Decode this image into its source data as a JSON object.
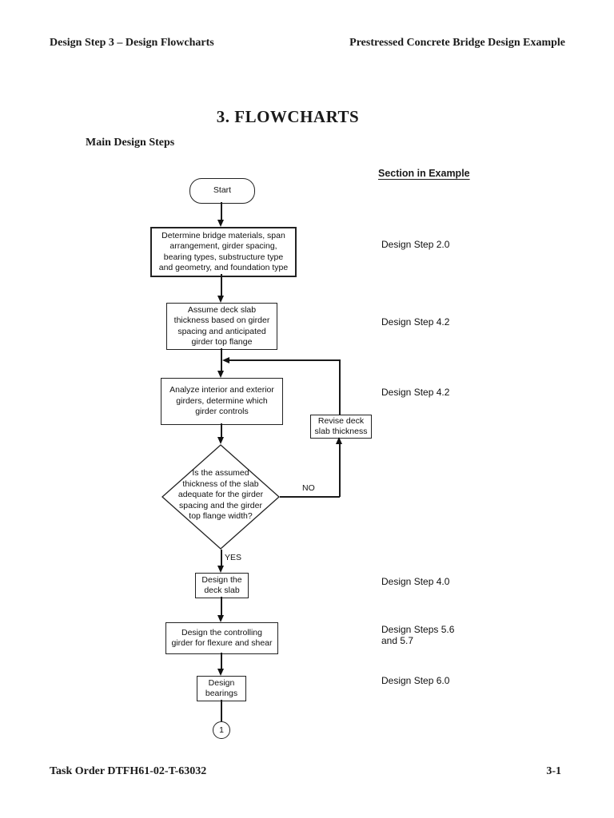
{
  "page": {
    "header": {
      "left": "Design Step 3 – Design Flowcharts",
      "right": "Prestressed Concrete Bridge Design Example"
    },
    "title": "3. FLOWCHARTS",
    "subtitle": "Main Design Steps",
    "column_header": "Section in Example",
    "footer": {
      "left": "Task Order DTFH61-02-T-63032",
      "right": "3-1"
    }
  },
  "flowchart": {
    "start_label": "Start",
    "box_determine": {
      "lines": [
        "Determine bridge materials, span",
        "arrangement, girder spacing,",
        "bearing types, substructure type",
        "and geometry, and foundation type"
      ]
    },
    "box_assume": {
      "lines": [
        "Assume deck slab",
        "thickness based on girder",
        "spacing and anticipated",
        "girder top flange"
      ]
    },
    "box_analyze": {
      "lines": [
        "Analyze interior and exterior",
        "girders, determine which",
        "girder controls"
      ]
    },
    "box_revise": {
      "lines": [
        "Revise deck",
        "slab thickness"
      ]
    },
    "diamond_question": {
      "lines": [
        "Is the assumed",
        "thickness of the slab",
        "adequate for the girder",
        "spacing and the girder",
        "top flange width?"
      ]
    },
    "box_deck": {
      "lines": [
        "Design the",
        "deck slab"
      ]
    },
    "box_girder": {
      "lines": [
        "Design the controlling",
        "girder for flexure and shear"
      ]
    },
    "box_bearings": {
      "lines": [
        "Design",
        "bearings"
      ]
    },
    "no_label": "NO",
    "yes_label": "YES",
    "connector_label": "1"
  },
  "sections": [
    {
      "label": "Design Step 2.0"
    },
    {
      "label": "Design Step 4.2"
    },
    {
      "label": "Design Step 4.2"
    },
    {
      "label": "Design Step 4.0"
    },
    {
      "label": "Design Steps 5.6"
    },
    {
      "label": "and 5.7"
    },
    {
      "label": "Design Step 6.0"
    }
  ]
}
